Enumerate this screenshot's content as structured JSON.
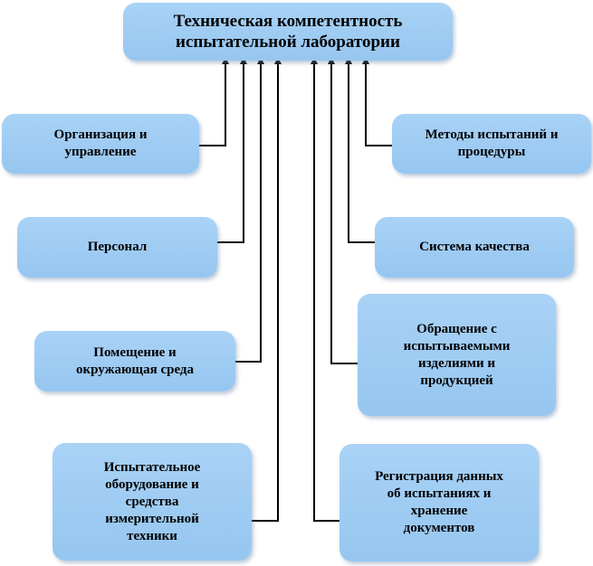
{
  "title": "Техническая компетентность\nиспытательной лаборатории",
  "left_boxes": [
    "Организация и\nуправление",
    "Персонал",
    "Помещение и\nокружающая среда",
    "Испытательное\nоборудование  и\nсредства\nизмерительной\nтехники"
  ],
  "right_boxes": [
    "Методы испытаний и\nпроцедуры",
    "Система качества",
    "Обращение с\nиспытываемыми\nизделиями и\nпродукцией",
    "Регистрация данных\nоб испытаниях и\nхранение\nдокументов"
  ],
  "colors": {
    "box_fill": "#9fcdf4",
    "connector": "#000000"
  }
}
